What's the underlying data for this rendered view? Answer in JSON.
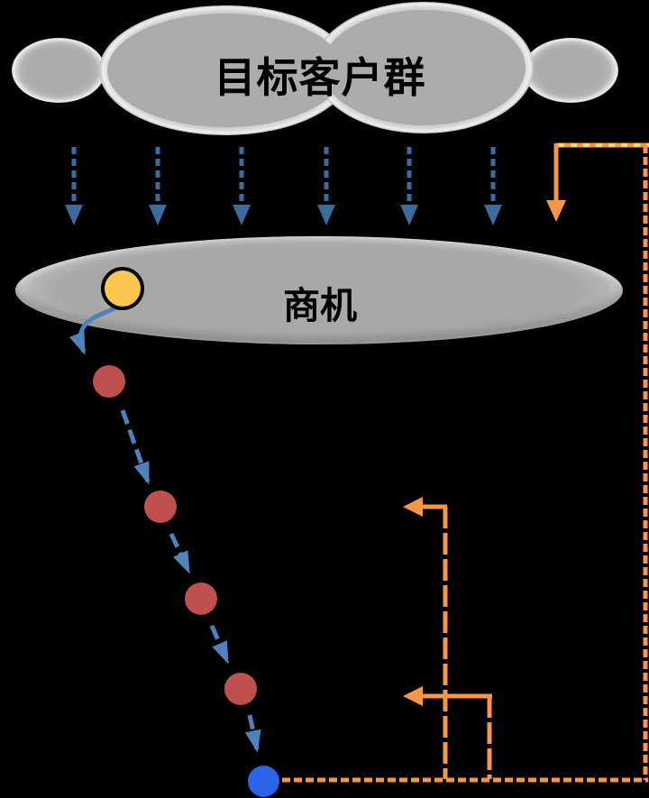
{
  "diagram": {
    "cloud": {
      "label": "目标客户群"
    },
    "opportunity": {
      "label": "商机"
    },
    "dots": {
      "lead_color_name": "yellow",
      "stage_color_name": "red",
      "won_color_name": "blue",
      "stage_count": 4
    },
    "colors": {
      "background": "#000000",
      "cloud_fill": "#ACACAC",
      "opportunity_fill": "#A9A9A9",
      "drop_arrow_blue": "#3A6D9E",
      "funnel_arrow_blue": "#4F81BD",
      "lead_yellow": "#F9C64F",
      "stage_red": "#C0504D",
      "won_blue": "#2B65E8",
      "feedback_orange": "#F79646",
      "dash_yellow": "#FFDE5A"
    }
  }
}
